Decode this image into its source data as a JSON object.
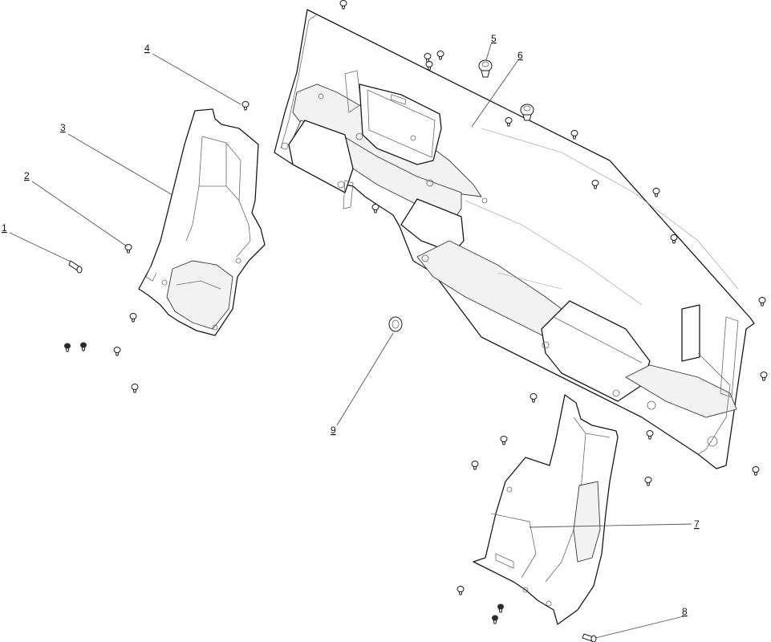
{
  "callouts": [
    {
      "id": "1",
      "label": "1"
    },
    {
      "id": "2",
      "label": "2"
    },
    {
      "id": "3",
      "label": "3"
    },
    {
      "id": "4",
      "label": "4"
    },
    {
      "id": "5",
      "label": "5"
    },
    {
      "id": "6",
      "label": "6"
    },
    {
      "id": "7",
      "label": "7"
    },
    {
      "id": "8",
      "label": "8"
    },
    {
      "id": "9",
      "label": "9"
    }
  ],
  "fastener_icon": "screw-clip-icon",
  "grommet_icon": "grommet-icon"
}
